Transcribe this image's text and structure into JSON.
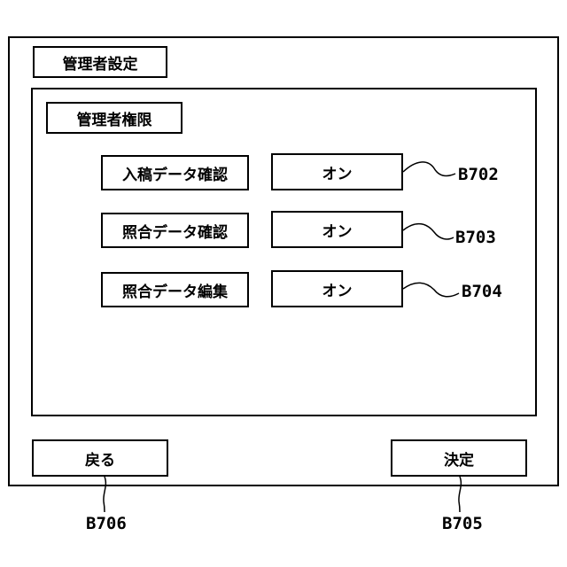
{
  "window": {
    "title": "管理者設定"
  },
  "panel": {
    "title": "管理者権限",
    "settings": [
      {
        "label": "入稿データ確認",
        "value": "オン",
        "ref": "B702"
      },
      {
        "label": "照合データ確認",
        "value": "オン",
        "ref": "B703"
      },
      {
        "label": "照合データ編集",
        "value": "オン",
        "ref": "B704"
      }
    ]
  },
  "footer": {
    "back_label": "戻る",
    "back_ref": "B706",
    "confirm_label": "決定",
    "confirm_ref": "B705"
  }
}
